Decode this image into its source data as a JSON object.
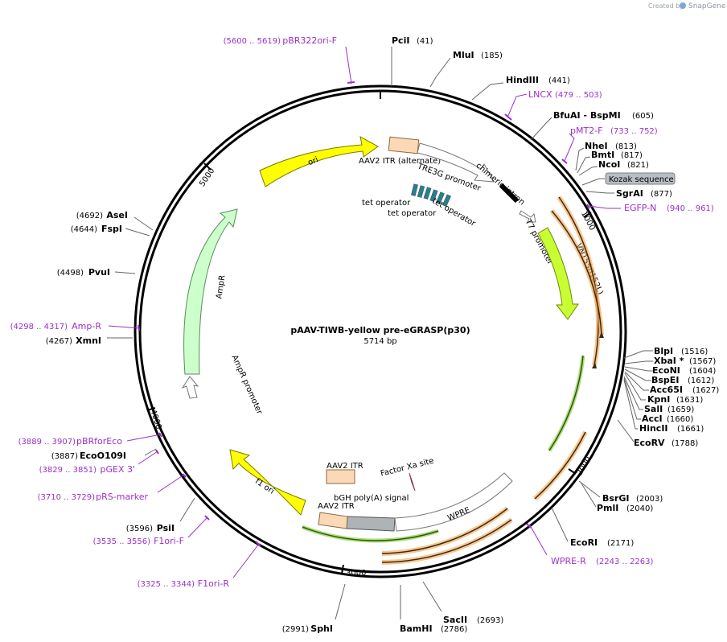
{
  "header": {
    "created_by": "Created by",
    "brand": "SnapGene"
  },
  "plasmid": {
    "name": "pAAV-TIWB-yellow pre-eGRASP(p30)",
    "size": "5714 bp"
  },
  "ticks": [
    "1000",
    "2000",
    "3000",
    "4000",
    "5000"
  ],
  "sites_right": [
    {
      "name": "PciI",
      "pos": "(41)"
    },
    {
      "name": "MluI",
      "pos": "(185)"
    },
    {
      "name": "HindIII",
      "pos": "(441)"
    },
    {
      "name": "BfuAI - BspMI",
      "pos": "(605)"
    },
    {
      "name": "NheI",
      "pos": "(813)"
    },
    {
      "name": "BmtI",
      "pos": "(817)"
    },
    {
      "name": "NcoI",
      "pos": "(821)"
    },
    {
      "name": "SgrAI",
      "pos": "(877)"
    },
    {
      "name": "BlpI",
      "pos": "(1516)"
    },
    {
      "name": "XbaI *",
      "pos": "(1567)"
    },
    {
      "name": "EcoNI",
      "pos": "(1604)"
    },
    {
      "name": "BspEI",
      "pos": "(1612)"
    },
    {
      "name": "Acc65I",
      "pos": "(1627)"
    },
    {
      "name": "KpnI",
      "pos": "(1631)"
    },
    {
      "name": "SalI",
      "pos": "(1659)"
    },
    {
      "name": "AccI",
      "pos": "(1660)"
    },
    {
      "name": "HincII",
      "pos": "(1661)"
    },
    {
      "name": "EcoRV",
      "pos": "(1788)"
    },
    {
      "name": "BsrGI",
      "pos": "(2003)"
    },
    {
      "name": "PmlI",
      "pos": "(2040)"
    },
    {
      "name": "EcoRI",
      "pos": "(2171)"
    },
    {
      "name": "SacII",
      "pos": "(2693)"
    },
    {
      "name": "BamHI",
      "pos": "(2786)"
    }
  ],
  "sites_left": [
    {
      "name": "SphI",
      "pos": "(2991)"
    },
    {
      "name": "PsiI",
      "pos": "(3596)"
    },
    {
      "name": "EcoO109I",
      "pos": "(3887)"
    },
    {
      "name": "XmnI",
      "pos": "(4267)"
    },
    {
      "name": "PvuI",
      "pos": "(4498)"
    },
    {
      "name": "FspI",
      "pos": "(4644)"
    },
    {
      "name": "AseI",
      "pos": "(4692)"
    }
  ],
  "primers": [
    {
      "name": "pBR322ori-F",
      "range": "(5600 .. 5619)"
    },
    {
      "name": "LNCX",
      "range": "(479 .. 503)"
    },
    {
      "name": "pMT2-F",
      "range": "(733 .. 752)"
    },
    {
      "name": "EGFP-N",
      "range": "(940 .. 961)"
    },
    {
      "name": "WPRE-R",
      "range": "(2243 .. 2263)"
    },
    {
      "name": "F1ori-R",
      "range": "(3325 .. 3344)"
    },
    {
      "name": "F1ori-F",
      "range": "(3535 .. 3556)"
    },
    {
      "name": "pRS-marker",
      "range": "(3710 .. 3729)"
    },
    {
      "name": "pGEX 3'",
      "range": "(3829 .. 3851)"
    },
    {
      "name": "pBRforEco",
      "range": "(3889 .. 3907)"
    },
    {
      "name": "Amp-R",
      "range": "(4298 .. 4317)"
    }
  ],
  "kozak": "Kozak sequence",
  "features": {
    "ori": "ori",
    "aav2_itr_alt": "AAV2 ITR (alternate)",
    "tre3g": "TRE3G promoter",
    "chimeric_intron": "chimeric intron",
    "tet1": "tet operator",
    "tet2": "tet operator",
    "tet3": "tet operator",
    "t7": "T7 promoter",
    "vn155": "VN155(I152L)",
    "ampr": "AmpR",
    "ampr_promoter": "AmpR promoter",
    "f1_ori": "f1 ori",
    "aav2_itr_1": "AAV2 ITR",
    "factor_xa": "Factor Xa site",
    "bgh": "bGH poly(A) signal",
    "aav2_itr_2": "AAV2 ITR",
    "wpre": "WPRE"
  },
  "colors": {
    "primer": "#9b30c8",
    "ori": "#ffff00",
    "ampr": "#ccffcc",
    "itr": "#fcd9b6",
    "vn155": "#c8ff32",
    "tet": "#2e7d8c",
    "orange_arc": "#f6a243",
    "green_arc": "#79c520",
    "bgh": "#aeb3b6",
    "kozak": "#b8bec4"
  }
}
